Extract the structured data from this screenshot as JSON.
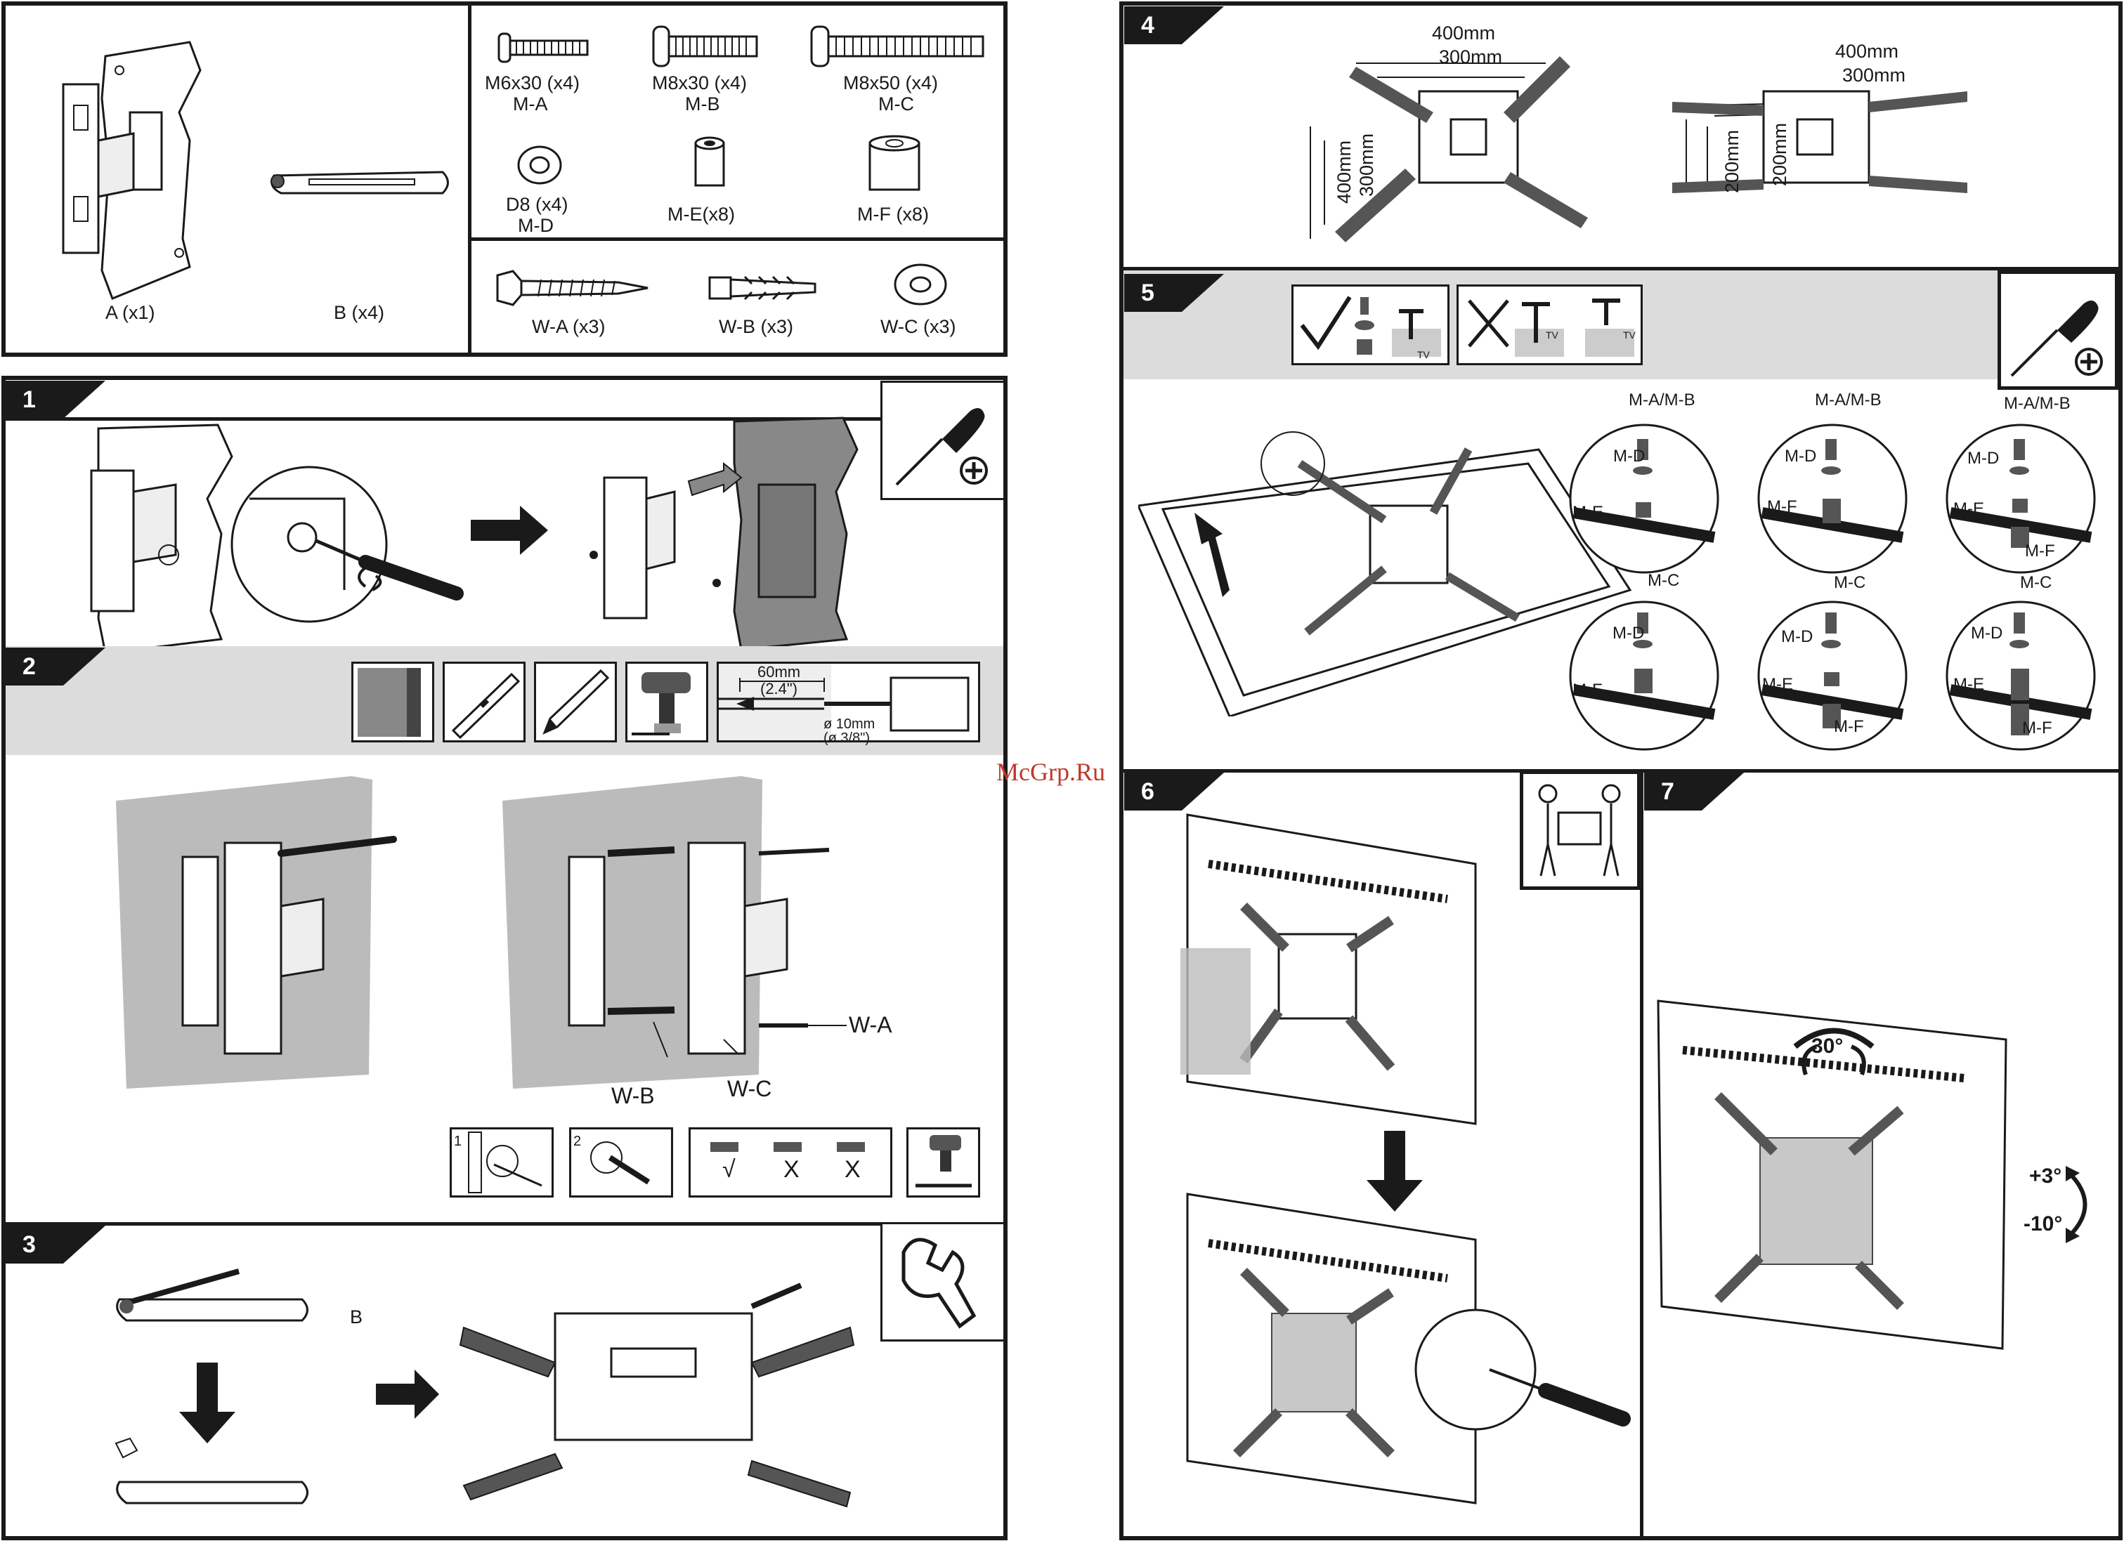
{
  "parts": {
    "A": "A (x1)",
    "B": "B (x4)",
    "MA": [
      "M6x30 (x4)",
      "M-A"
    ],
    "MB": [
      "M8x30 (x4)",
      "M-B"
    ],
    "MC": [
      "M8x50 (x4)",
      "M-C"
    ],
    "MD": [
      "D8 (x4)",
      "M-D"
    ],
    "ME": "M-E(x8)",
    "MF": "M-F (x8)",
    "WA": "W-A (x3)",
    "WB": "W-B (x3)",
    "WC": "W-C (x3)"
  },
  "steps": {
    "s1": "1",
    "s2": "2",
    "s3": "3",
    "s4": "4",
    "s5": "5",
    "s6": "6",
    "s7": "7"
  },
  "step2": {
    "depth": "60mm",
    "depth_in": "(2.4\")",
    "dia": "ø 10mm",
    "dia_in": "(ø 3/8\")",
    "wa": "W-A",
    "wb": "W-B",
    "wc": "W-C",
    "sub1": "1",
    "sub2": "2",
    "check": "√",
    "x1": "X",
    "x2": "X"
  },
  "step3": {
    "b": "B"
  },
  "step4": {
    "w400": "400mm",
    "w300": "300mm",
    "h400": "400mm",
    "h300": "300mm",
    "w400b": "400mm",
    "w300b": "300mm",
    "h200": "200mm",
    "h200b": "200mm"
  },
  "step5": {
    "tv1": "TV",
    "tv2": "TV",
    "tv3": "TV",
    "c1": {
      "top": "M-A/M-B",
      "d": "M-D",
      "e": "M-E"
    },
    "c2": {
      "top": "M-A/M-B",
      "d": "M-D",
      "f": "M-F"
    },
    "c3": {
      "top": "M-A/M-B",
      "d": "M-D",
      "e": "M-E",
      "f": "M-F"
    },
    "c4": {
      "top": "M-C",
      "d": "M-D",
      "f": "M-F"
    },
    "c5": {
      "top": "M-C",
      "d": "M-D",
      "e": "M-E",
      "f": "M-F"
    },
    "c6": {
      "top": "M-C",
      "d": "M-D",
      "e": "M-E",
      "f": "M-F"
    }
  },
  "step7": {
    "swivel": "30°",
    "tilt_up": "+3°",
    "tilt_down": "-10°"
  },
  "watermark": "McGrp.Ru"
}
